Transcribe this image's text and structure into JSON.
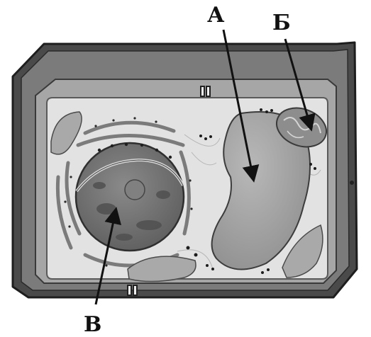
{
  "diagram": {
    "subject": "plant-cell",
    "labels": {
      "a": "А",
      "b": "Б",
      "v": "В"
    },
    "colors": {
      "cell_wall": "#4a4a4a",
      "membrane": "#9a9a9a",
      "cytoplasm": "#e2e2e2",
      "vacuole": "#9d9d9d",
      "nucleus": "#6e6e6e",
      "chloroplast": "#a9a9a9",
      "er": "#888888",
      "ink": "#111111"
    }
  }
}
